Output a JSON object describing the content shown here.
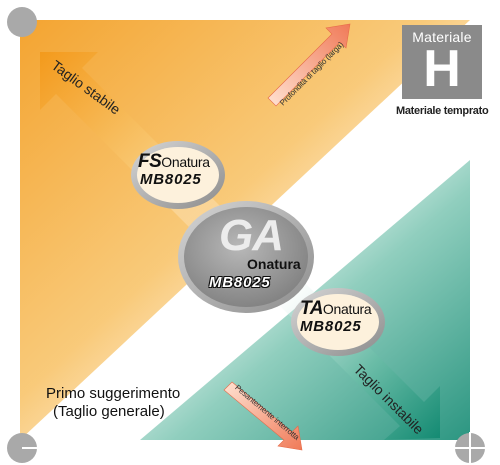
{
  "material": {
    "title": "Materiale",
    "letter": "H",
    "caption": "Materiale temprato"
  },
  "arrows": {
    "stable": "Taglio stabile",
    "unstable": "Taglio instabile",
    "depth": "Profondità di taglio (larga)",
    "interrupted": "Pesantemente interrotta"
  },
  "grades": {
    "fs": {
      "code": "FS",
      "coating": "Onatura",
      "grade": "MB8025"
    },
    "ga": {
      "code": "GA",
      "coating": "Onatura",
      "grade": "MB8025"
    },
    "ta": {
      "code": "TA",
      "coating": "Onatura",
      "grade": "MB8025"
    }
  },
  "suggestion": {
    "line1": "Primo suggerimento",
    "line2": "(Taglio generale)"
  },
  "colors": {
    "orange": "#f39a1c",
    "teal": "#1a8f7a",
    "gray_box": "#8a8a8a",
    "badge_ring": "#9a9a9a",
    "badge_fill": "#fdf1dc",
    "ga_fill": "#8f8f8f"
  }
}
